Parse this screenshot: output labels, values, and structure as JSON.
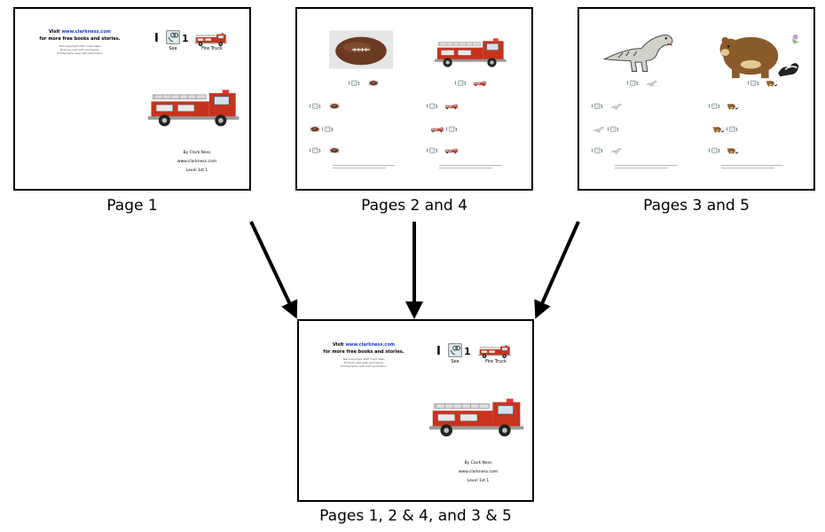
{
  "captions": {
    "page1": "Page 1",
    "pages24": "Pages 2 and 4",
    "pages35": "Pages 3 and 5",
    "combined": "Pages 1, 2 & 4, and 3 & 5"
  },
  "cover": {
    "visit_prefix": "Visit",
    "site": "www.clarkness.com",
    "tagline": "for more free books and stories.",
    "fine_print": [
      "Text Copyright 2007 Clark Ness",
      "Pictures used with permission",
      "Photographs used with permission"
    ],
    "sentence_I": "I",
    "sentence_1": "1",
    "word_see": "See",
    "word_firetruck": "Fire Truck",
    "author": "By Clark Ness",
    "website": "www.clarkness.com",
    "level": "Level 1st 1"
  },
  "mini_labels": {
    "see": "see",
    "football": "football",
    "fire_truck": "fire truck",
    "dinosaur": "dinosaur",
    "bear": "bear"
  },
  "colors": {
    "truck_red": "#c8331e",
    "football_brown": "#6b3a22",
    "bear_brown": "#8b5a2b",
    "link_blue": "#1a3fd0"
  }
}
